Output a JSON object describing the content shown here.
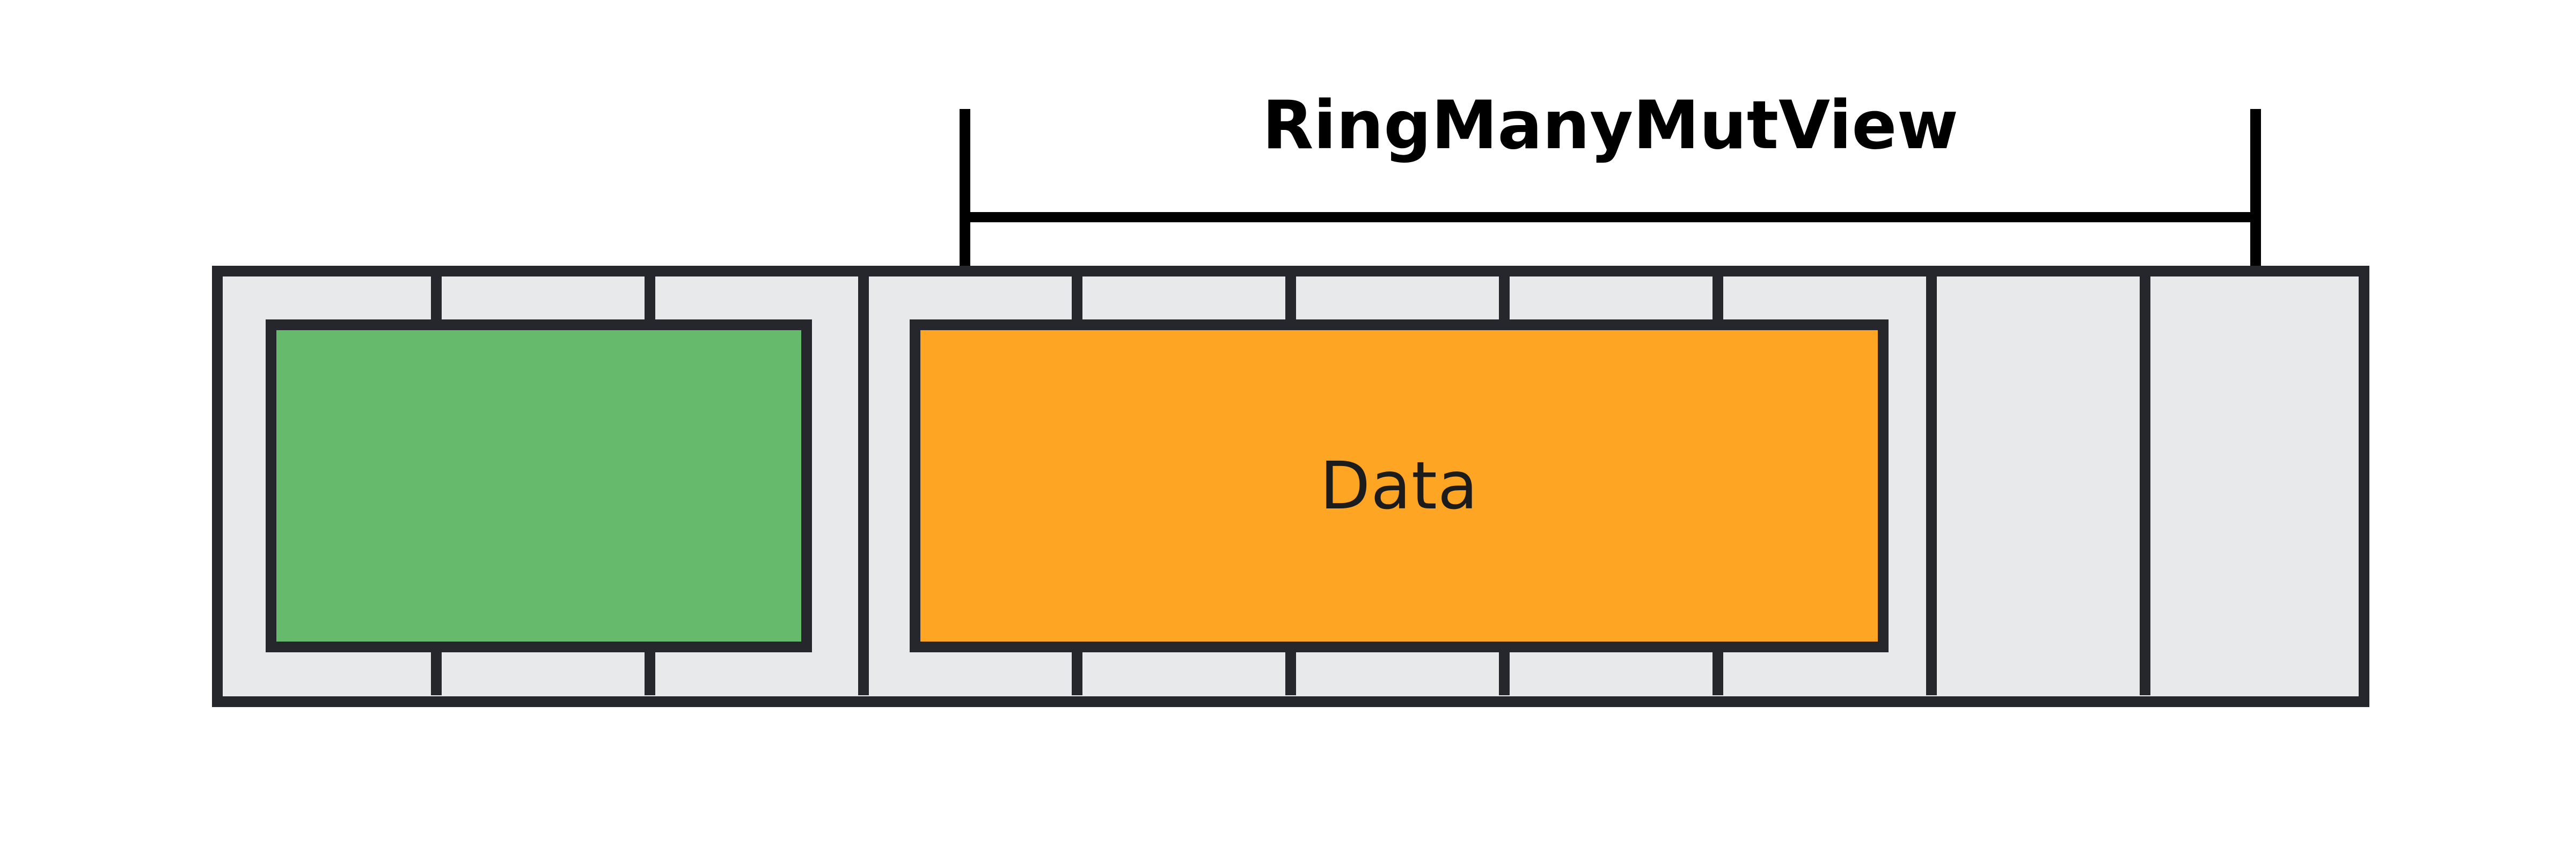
{
  "bracket": {
    "label": "RingManyMutView",
    "spans_cells": "4-10"
  },
  "buffer": {
    "cell_count": 10,
    "blocks": [
      {
        "name": "green-block",
        "label": "",
        "color_key": "green_block",
        "cells": "1-3"
      },
      {
        "name": "data-block",
        "label": "Data",
        "color_key": "orange_block",
        "cells": "4-8"
      }
    ],
    "empty_cells": "9-10",
    "full_height_boundaries": [
      3,
      8,
      9
    ],
    "short_tick_boundaries": [
      1,
      2,
      4,
      5,
      6,
      7
    ]
  },
  "colors": {
    "background": "#ffffff",
    "outline": "#26272c",
    "cell_fill": "#e8e9eb",
    "green_block": "#66ba6b",
    "orange_block": "#fea623",
    "bracket": "#000000",
    "data_text": "#1c1c1c"
  }
}
